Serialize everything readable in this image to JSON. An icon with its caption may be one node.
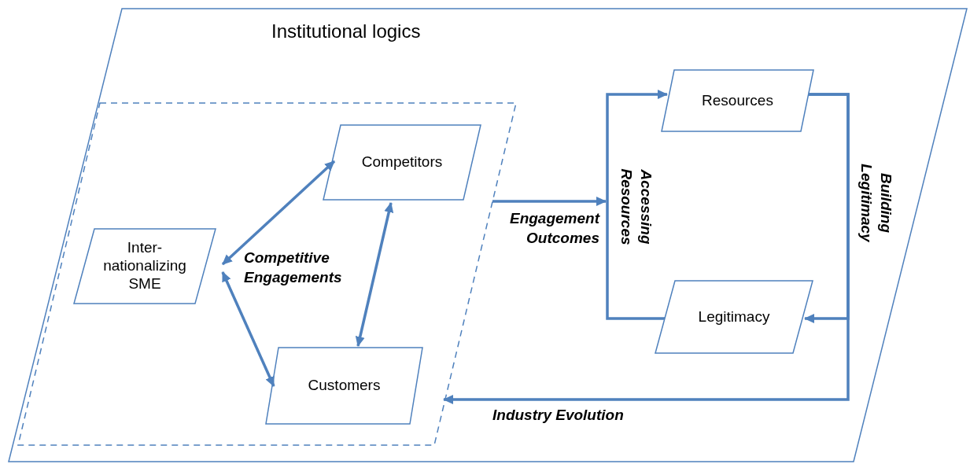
{
  "diagram": {
    "nodes": [
      {
        "text": [
          "Institutional logics"
        ]
      },
      {
        "text": [],
        "shape": "parallelogram",
        "in": 0
      },
      {
        "text": [
          "Inter- nationalizing SME"
        ],
        "in": 1
      },
      {
        "text": [
          "Competitors"
        ],
        "in": 1
      },
      {
        "text": [
          "Customers"
        ],
        "in": 1
      },
      {
        "text": [
          "Resources"
        ],
        "in": 0
      },
      {
        "text": [
          "Legitimacy"
        ],
        "in": 0
      }
    ],
    "edges": [
      {
        "from": 2,
        "to": 3,
        "arrow": "both"
      },
      {
        "from": 2,
        "to": 4,
        "arrow": "both"
      },
      {
        "from": 3,
        "to": 4,
        "arrow": "both"
      },
      {
        "from": 1,
        "to": null,
        "arrow": "to",
        "label": "Engagement Outcomes"
      },
      {
        "from": 6,
        "to": 5,
        "arrow": "to",
        "label": "Accessing Resources"
      },
      {
        "from": 5,
        "to": 6,
        "arrow": "to",
        "label": "Building Legitimacy"
      },
      {
        "from": 5,
        "to": 1,
        "arrow": "to",
        "label": "Industry Evolution"
      }
    ],
    "labels": [
      "Competitive Engagements"
    ]
  }
}
